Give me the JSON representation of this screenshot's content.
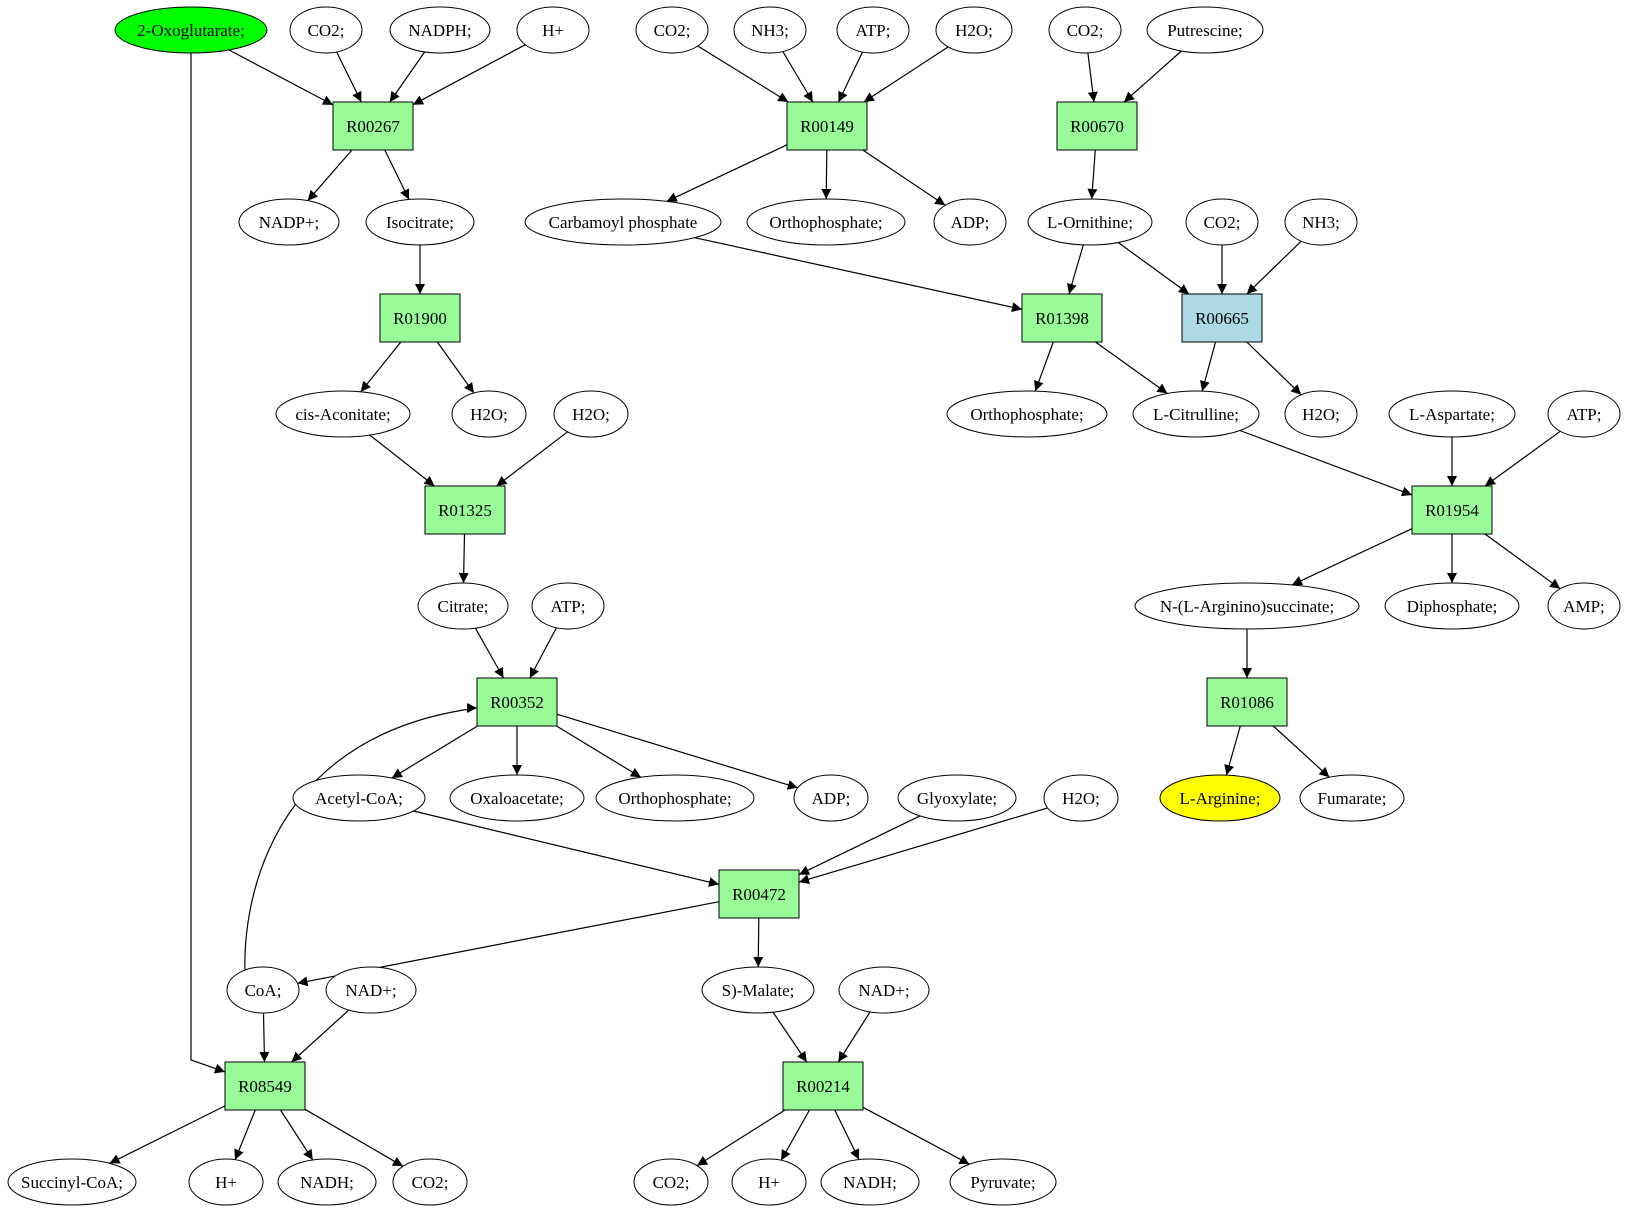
{
  "colors": {
    "reaction": "#98fb98",
    "reaction_highlight": "#add8e6",
    "source_compound": "#00ff00",
    "target_compound": "#ffff00",
    "compound": "#ffffff",
    "edge": "#000000"
  },
  "nodes": [
    {
      "id": "c_2oxo",
      "label": "2-Oxoglutarate;",
      "type": "compound",
      "role": "source"
    },
    {
      "id": "c_co2_a",
      "label": "CO2;",
      "type": "compound"
    },
    {
      "id": "c_nadph",
      "label": "NADPH;",
      "type": "compound"
    },
    {
      "id": "c_hplus_a",
      "label": "H+",
      "type": "compound"
    },
    {
      "id": "c_co2_b",
      "label": "CO2;",
      "type": "compound"
    },
    {
      "id": "c_nh3_a",
      "label": "NH3;",
      "type": "compound"
    },
    {
      "id": "c_atp_a",
      "label": "ATP;",
      "type": "compound"
    },
    {
      "id": "c_h2o_a",
      "label": "H2O;",
      "type": "compound"
    },
    {
      "id": "c_co2_c",
      "label": "CO2;",
      "type": "compound"
    },
    {
      "id": "c_putrescine",
      "label": "Putrescine;",
      "type": "compound"
    },
    {
      "id": "r_R00267",
      "label": "R00267",
      "type": "reaction"
    },
    {
      "id": "r_R00149",
      "label": "R00149",
      "type": "reaction"
    },
    {
      "id": "r_R00670",
      "label": "R00670",
      "type": "reaction"
    },
    {
      "id": "c_nadpplus",
      "label": "NADP+;",
      "type": "compound"
    },
    {
      "id": "c_isocitrate",
      "label": "Isocitrate;",
      "type": "compound"
    },
    {
      "id": "c_carbamoyl",
      "label": "Carbamoyl phosphate",
      "type": "compound"
    },
    {
      "id": "c_orthop_a",
      "label": "Orthophosphate;",
      "type": "compound"
    },
    {
      "id": "c_adp_a",
      "label": "ADP;",
      "type": "compound"
    },
    {
      "id": "c_ornithine",
      "label": "L-Ornithine;",
      "type": "compound"
    },
    {
      "id": "c_co2_d",
      "label": "CO2;",
      "type": "compound"
    },
    {
      "id": "c_nh3_b",
      "label": "NH3;",
      "type": "compound"
    },
    {
      "id": "r_R01900",
      "label": "R01900",
      "type": "reaction"
    },
    {
      "id": "r_R01398",
      "label": "R01398",
      "type": "reaction"
    },
    {
      "id": "r_R00665",
      "label": "R00665",
      "type": "reaction",
      "role": "highlight"
    },
    {
      "id": "c_cisaconitate",
      "label": "cis-Aconitate;",
      "type": "compound"
    },
    {
      "id": "c_h2o_b",
      "label": "H2O;",
      "type": "compound"
    },
    {
      "id": "c_h2o_c",
      "label": "H2O;",
      "type": "compound"
    },
    {
      "id": "c_orthop_b",
      "label": "Orthophosphate;",
      "type": "compound"
    },
    {
      "id": "c_citrulline",
      "label": "L-Citrulline;",
      "type": "compound"
    },
    {
      "id": "c_h2o_d",
      "label": "H2O;",
      "type": "compound"
    },
    {
      "id": "c_aspartate",
      "label": "L-Aspartate;",
      "type": "compound"
    },
    {
      "id": "c_atp_b",
      "label": "ATP;",
      "type": "compound"
    },
    {
      "id": "r_R01325",
      "label": "R01325",
      "type": "reaction"
    },
    {
      "id": "r_R01954",
      "label": "R01954",
      "type": "reaction"
    },
    {
      "id": "c_citrate",
      "label": "Citrate;",
      "type": "compound"
    },
    {
      "id": "c_atp_c",
      "label": "ATP;",
      "type": "compound"
    },
    {
      "id": "c_argsucc",
      "label": "N-(L-Arginino)succinate;",
      "type": "compound"
    },
    {
      "id": "c_diphosphate",
      "label": "Diphosphate;",
      "type": "compound"
    },
    {
      "id": "c_amp",
      "label": "AMP;",
      "type": "compound"
    },
    {
      "id": "r_R00352",
      "label": "R00352",
      "type": "reaction"
    },
    {
      "id": "r_R01086",
      "label": "R01086",
      "type": "reaction"
    },
    {
      "id": "c_acetylcoa",
      "label": "Acetyl-CoA;",
      "type": "compound"
    },
    {
      "id": "c_oxaloacetate",
      "label": "Oxaloacetate;",
      "type": "compound"
    },
    {
      "id": "c_orthop_c",
      "label": "Orthophosphate;",
      "type": "compound"
    },
    {
      "id": "c_adp_b",
      "label": "ADP;",
      "type": "compound"
    },
    {
      "id": "c_glyoxylate",
      "label": "Glyoxylate;",
      "type": "compound"
    },
    {
      "id": "c_h2o_e",
      "label": "H2O;",
      "type": "compound"
    },
    {
      "id": "c_arginine",
      "label": "L-Arginine;",
      "type": "compound",
      "role": "target"
    },
    {
      "id": "c_fumarate",
      "label": "Fumarate;",
      "type": "compound"
    },
    {
      "id": "r_R00472",
      "label": "R00472",
      "type": "reaction"
    },
    {
      "id": "c_coa",
      "label": "CoA;",
      "type": "compound"
    },
    {
      "id": "c_nadplus_a",
      "label": "NAD+;",
      "type": "compound"
    },
    {
      "id": "c_smalate",
      "label": "S)-Malate;",
      "type": "compound"
    },
    {
      "id": "c_nadplus_b",
      "label": "NAD+;",
      "type": "compound"
    },
    {
      "id": "r_R08549",
      "label": "R08549",
      "type": "reaction"
    },
    {
      "id": "r_R00214",
      "label": "R00214",
      "type": "reaction"
    },
    {
      "id": "c_succinylcoa",
      "label": "Succinyl-CoA;",
      "type": "compound"
    },
    {
      "id": "c_hplus_b",
      "label": "H+",
      "type": "compound"
    },
    {
      "id": "c_nadh_a",
      "label": "NADH;",
      "type": "compound"
    },
    {
      "id": "c_co2_e",
      "label": "CO2;",
      "type": "compound"
    },
    {
      "id": "c_co2_f",
      "label": "CO2;",
      "type": "compound"
    },
    {
      "id": "c_hplus_c",
      "label": "H+",
      "type": "compound"
    },
    {
      "id": "c_nadh_b",
      "label": "NADH;",
      "type": "compound"
    },
    {
      "id": "c_pyruvate",
      "label": "Pyruvate;",
      "type": "compound"
    }
  ],
  "edges": [
    {
      "from": "c_2oxo",
      "to": "r_R00267"
    },
    {
      "from": "c_co2_a",
      "to": "r_R00267"
    },
    {
      "from": "c_nadph",
      "to": "r_R00267"
    },
    {
      "from": "c_hplus_a",
      "to": "r_R00267"
    },
    {
      "from": "r_R00267",
      "to": "c_nadpplus"
    },
    {
      "from": "r_R00267",
      "to": "c_isocitrate"
    },
    {
      "from": "c_2oxo",
      "to": "r_R08549"
    },
    {
      "from": "c_co2_b",
      "to": "r_R00149"
    },
    {
      "from": "c_nh3_a",
      "to": "r_R00149"
    },
    {
      "from": "c_atp_a",
      "to": "r_R00149"
    },
    {
      "from": "c_h2o_a",
      "to": "r_R00149"
    },
    {
      "from": "r_R00149",
      "to": "c_carbamoyl"
    },
    {
      "from": "r_R00149",
      "to": "c_orthop_a"
    },
    {
      "from": "r_R00149",
      "to": "c_adp_a"
    },
    {
      "from": "c_co2_c",
      "to": "r_R00670"
    },
    {
      "from": "c_putrescine",
      "to": "r_R00670"
    },
    {
      "from": "r_R00670",
      "to": "c_ornithine"
    },
    {
      "from": "c_isocitrate",
      "to": "r_R01900"
    },
    {
      "from": "r_R01900",
      "to": "c_cisaconitate"
    },
    {
      "from": "r_R01900",
      "to": "c_h2o_b"
    },
    {
      "from": "c_carbamoyl",
      "to": "r_R01398"
    },
    {
      "from": "c_ornithine",
      "to": "r_R01398"
    },
    {
      "from": "c_ornithine",
      "to": "r_R00665"
    },
    {
      "from": "c_co2_d",
      "to": "r_R00665"
    },
    {
      "from": "c_nh3_b",
      "to": "r_R00665"
    },
    {
      "from": "r_R01398",
      "to": "c_orthop_b"
    },
    {
      "from": "r_R01398",
      "to": "c_citrulline"
    },
    {
      "from": "r_R00665",
      "to": "c_citrulline"
    },
    {
      "from": "r_R00665",
      "to": "c_h2o_d"
    },
    {
      "from": "c_cisaconitate",
      "to": "r_R01325"
    },
    {
      "from": "c_h2o_c",
      "to": "r_R01325"
    },
    {
      "from": "r_R01325",
      "to": "c_citrate"
    },
    {
      "from": "c_citrulline",
      "to": "r_R01954"
    },
    {
      "from": "c_aspartate",
      "to": "r_R01954"
    },
    {
      "from": "c_atp_b",
      "to": "r_R01954"
    },
    {
      "from": "r_R01954",
      "to": "c_argsucc"
    },
    {
      "from": "r_R01954",
      "to": "c_diphosphate"
    },
    {
      "from": "r_R01954",
      "to": "c_amp"
    },
    {
      "from": "c_citrate",
      "to": "r_R00352"
    },
    {
      "from": "c_atp_c",
      "to": "r_R00352"
    },
    {
      "from": "c_coa",
      "to": "r_R00352"
    },
    {
      "from": "r_R00352",
      "to": "c_acetylcoa"
    },
    {
      "from": "r_R00352",
      "to": "c_oxaloacetate"
    },
    {
      "from": "r_R00352",
      "to": "c_orthop_c"
    },
    {
      "from": "r_R00352",
      "to": "c_adp_b"
    },
    {
      "from": "c_argsucc",
      "to": "r_R01086"
    },
    {
      "from": "r_R01086",
      "to": "c_arginine"
    },
    {
      "from": "r_R01086",
      "to": "c_fumarate"
    },
    {
      "from": "c_acetylcoa",
      "to": "r_R00472"
    },
    {
      "from": "c_glyoxylate",
      "to": "r_R00472"
    },
    {
      "from": "c_h2o_e",
      "to": "r_R00472"
    },
    {
      "from": "r_R00472",
      "to": "c_coa"
    },
    {
      "from": "r_R00472",
      "to": "c_smalate"
    },
    {
      "from": "c_coa",
      "to": "r_R08549"
    },
    {
      "from": "c_nadplus_a",
      "to": "r_R08549"
    },
    {
      "from": "c_smalate",
      "to": "r_R00214"
    },
    {
      "from": "c_nadplus_b",
      "to": "r_R00214"
    },
    {
      "from": "r_R08549",
      "to": "c_succinylcoa"
    },
    {
      "from": "r_R08549",
      "to": "c_hplus_b"
    },
    {
      "from": "r_R08549",
      "to": "c_nadh_a"
    },
    {
      "from": "r_R08549",
      "to": "c_co2_e"
    },
    {
      "from": "r_R00214",
      "to": "c_co2_f"
    },
    {
      "from": "r_R00214",
      "to": "c_hplus_c"
    },
    {
      "from": "r_R00214",
      "to": "c_nadh_b"
    },
    {
      "from": "r_R00214",
      "to": "c_pyruvate"
    }
  ]
}
